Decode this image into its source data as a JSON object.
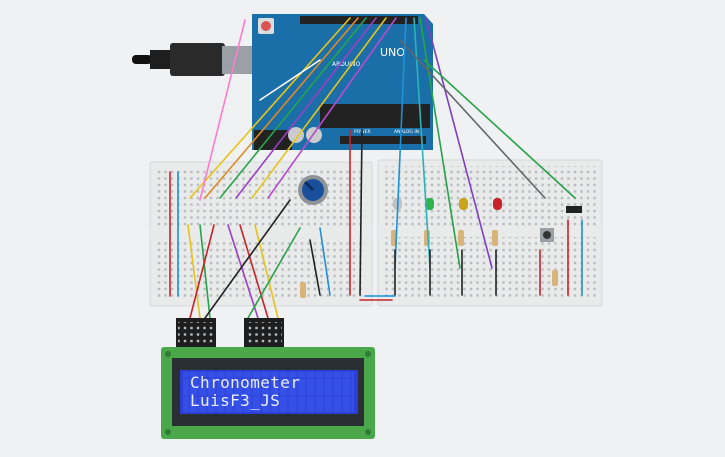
{
  "arduino": {
    "brand_text": "ARDUINO",
    "model_text": "UNO",
    "power_label": "POWER",
    "analog_label": "ANALOG IN"
  },
  "lcd": {
    "line1": "Chronometer",
    "line2": "LuisF3_JS"
  },
  "leds": [
    {
      "color": "#bfc3c6",
      "label": "white-led"
    },
    {
      "color": "#2fb34a",
      "label": "green-led"
    },
    {
      "color": "#c9a51b",
      "label": "yellow-led"
    },
    {
      "color": "#c8232b",
      "label": "red-led"
    }
  ],
  "colors": {
    "arduino_board": "#1b6fa8",
    "breadboard": "#e9eaea",
    "lcd_pcb": "#4aa84a",
    "lcd_screen": "#2b3fd6",
    "potentiometer": "#1a4f9c",
    "usb_connector": "#2a2a2a"
  }
}
